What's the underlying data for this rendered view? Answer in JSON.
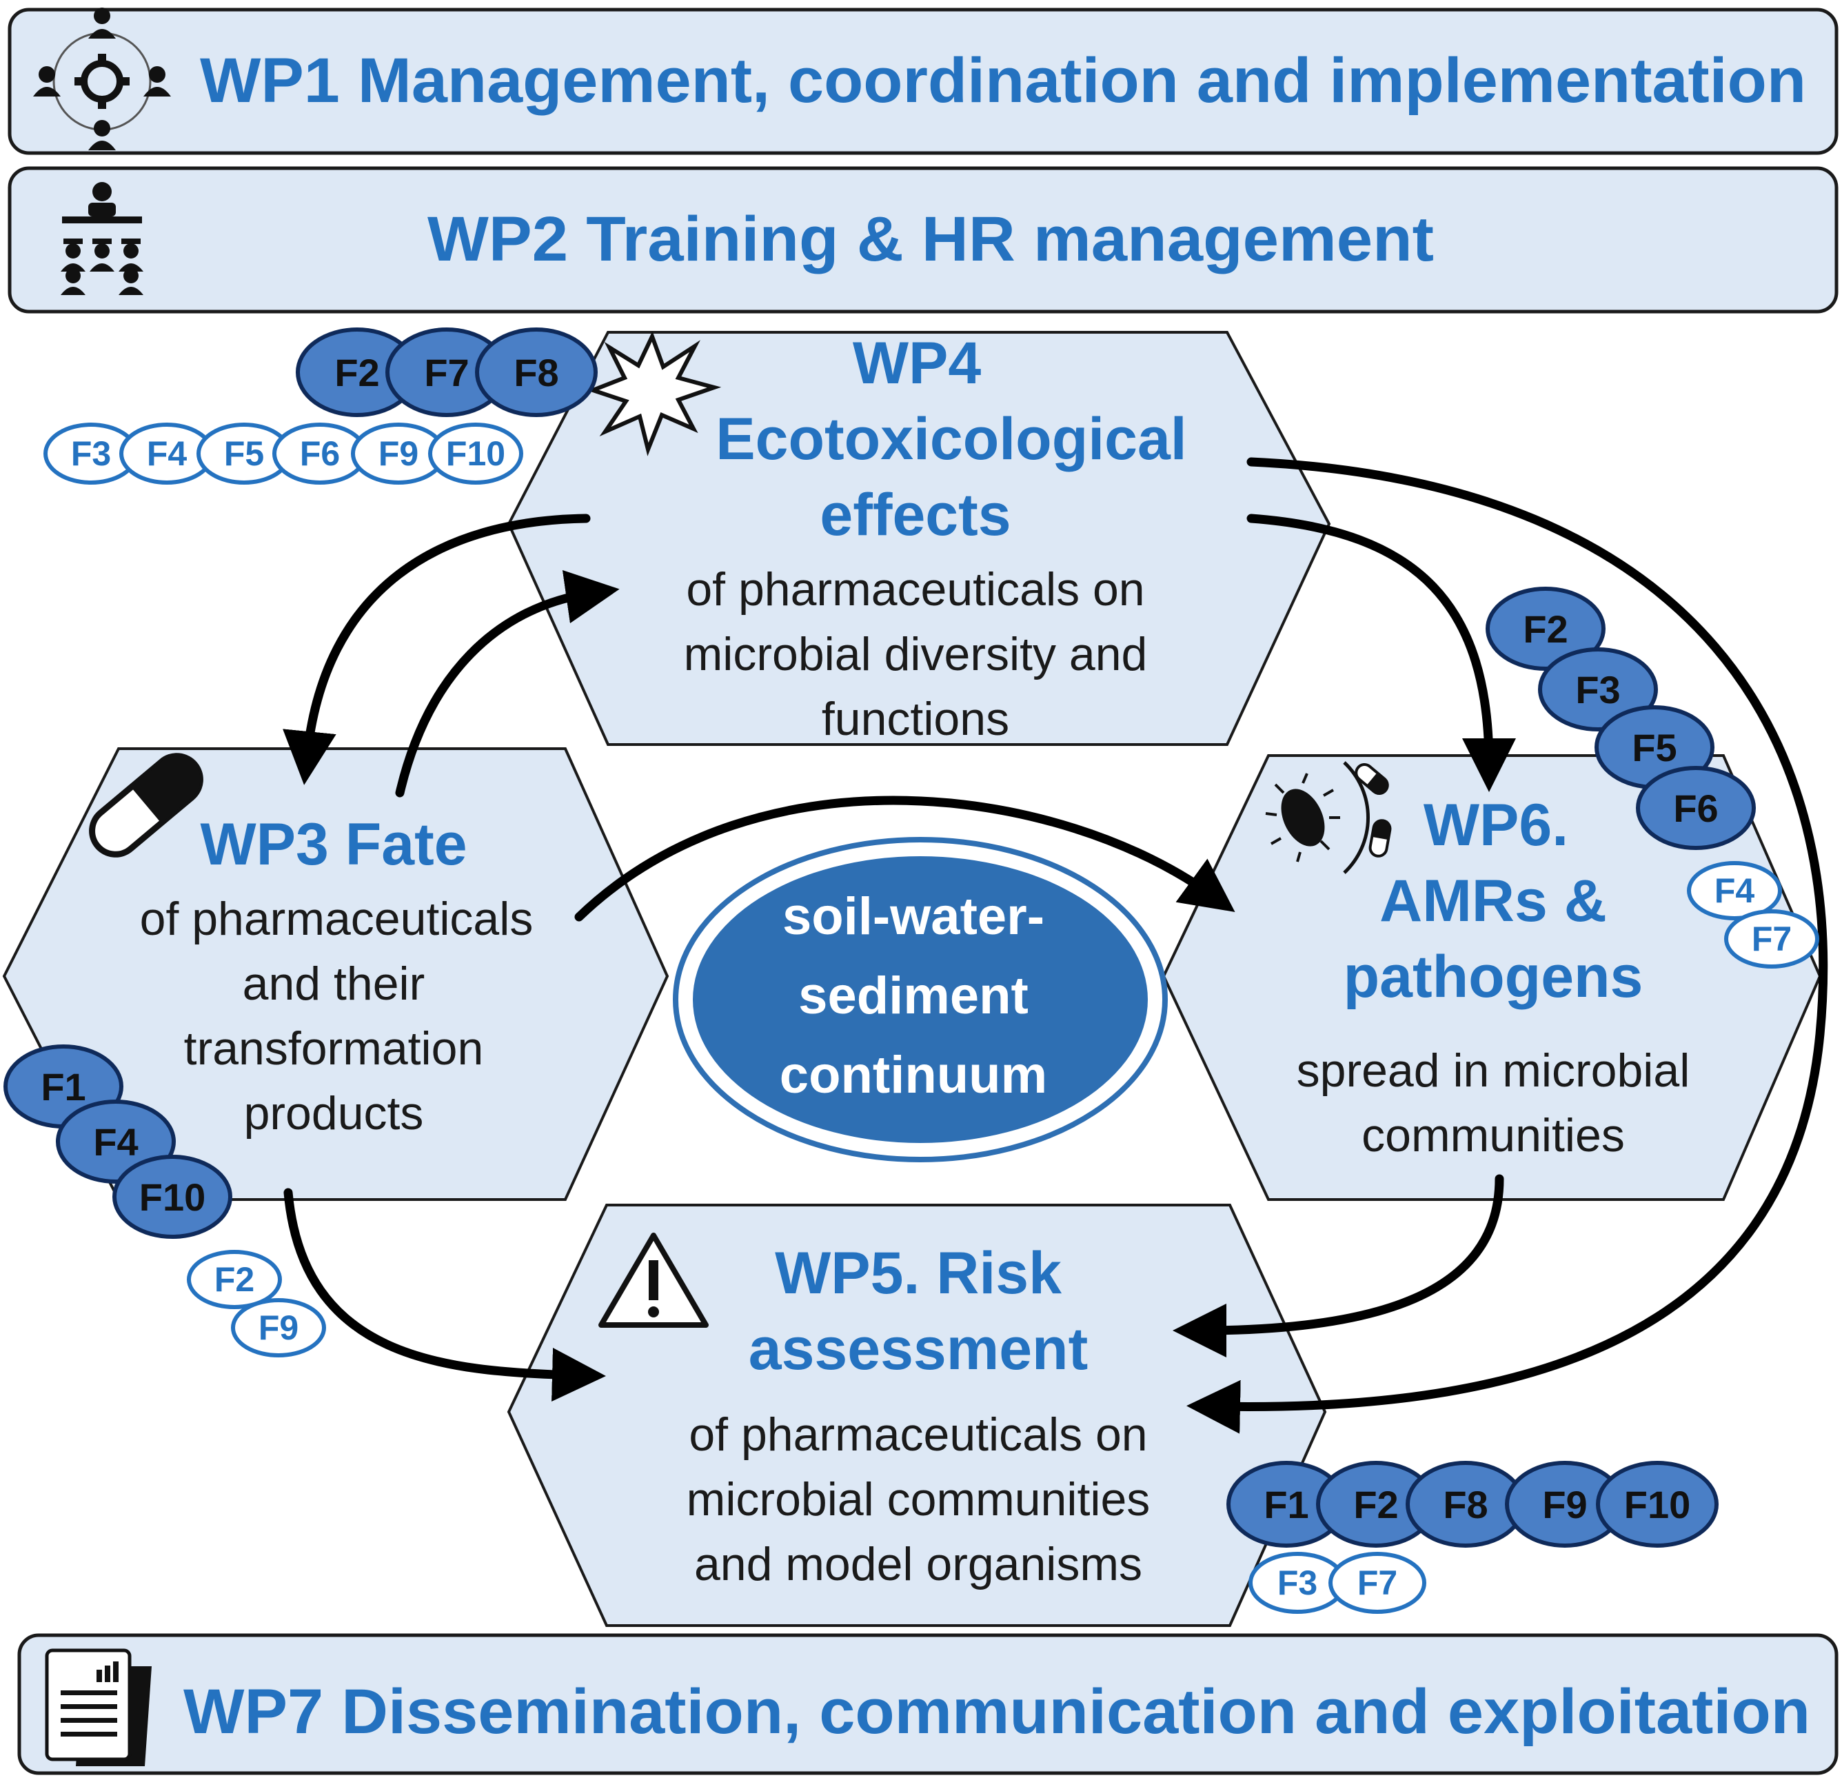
{
  "header": {
    "wp1_label": "WP1 Management, coordination and implementation",
    "wp2_label": "WP2 Training & HR management"
  },
  "footer": {
    "wp7_label": "WP7 Dissemination, communication and exploitation"
  },
  "center": {
    "lines": [
      "soil-water-",
      "sediment",
      "continuum"
    ]
  },
  "wp4": {
    "title_lines": [
      "WP4",
      "Ecotoxicological",
      "effects"
    ],
    "body_lines": [
      "of pharmaceuticals on",
      "microbial diversity and",
      "functions"
    ],
    "badges_solid": [
      "F2",
      "F7",
      "F8"
    ],
    "badges_outline": [
      "F3",
      "F4",
      "F5",
      "F6",
      "F9",
      "F10"
    ]
  },
  "wp3": {
    "title": "WP3 Fate",
    "body_lines": [
      "of pharmaceuticals",
      "and their",
      "transformation",
      "products"
    ],
    "badges_solid": [
      "F1",
      "F4",
      "F10"
    ],
    "badges_outline": [
      "F2",
      "F9"
    ]
  },
  "wp6": {
    "title_lines": [
      "WP6.",
      "AMRs  &",
      "pathogens"
    ],
    "body_lines": [
      "spread in microbial",
      "communities"
    ],
    "badges_solid": [
      "F2",
      "F3",
      "F5",
      "F6"
    ],
    "badges_outline": [
      "F4",
      "F7"
    ]
  },
  "wp5": {
    "title_lines": [
      "WP5. Risk",
      "assessment"
    ],
    "body_lines": [
      "of pharmaceuticals on",
      "microbial communities",
      "and model organisms"
    ],
    "badges_solid": [
      "F1",
      "F2",
      "F8",
      "F9",
      "F10"
    ],
    "badges_outline": [
      "F3",
      "F7"
    ]
  },
  "icons": {
    "wp1": "team-gear-icon",
    "wp2": "training-icon",
    "wp3": "pill-capsule-icon",
    "wp4": "explosion-icon",
    "wp5": "warning-triangle-icon",
    "wp6": "bacterium-pills-icon",
    "wp7": "report-document-icon"
  },
  "colors": {
    "accent_blue": "#2472c0",
    "hex_fill": "#dde8f5",
    "solid_badge": "#4a7fc6",
    "center_fill": "#2e6fb3"
  }
}
